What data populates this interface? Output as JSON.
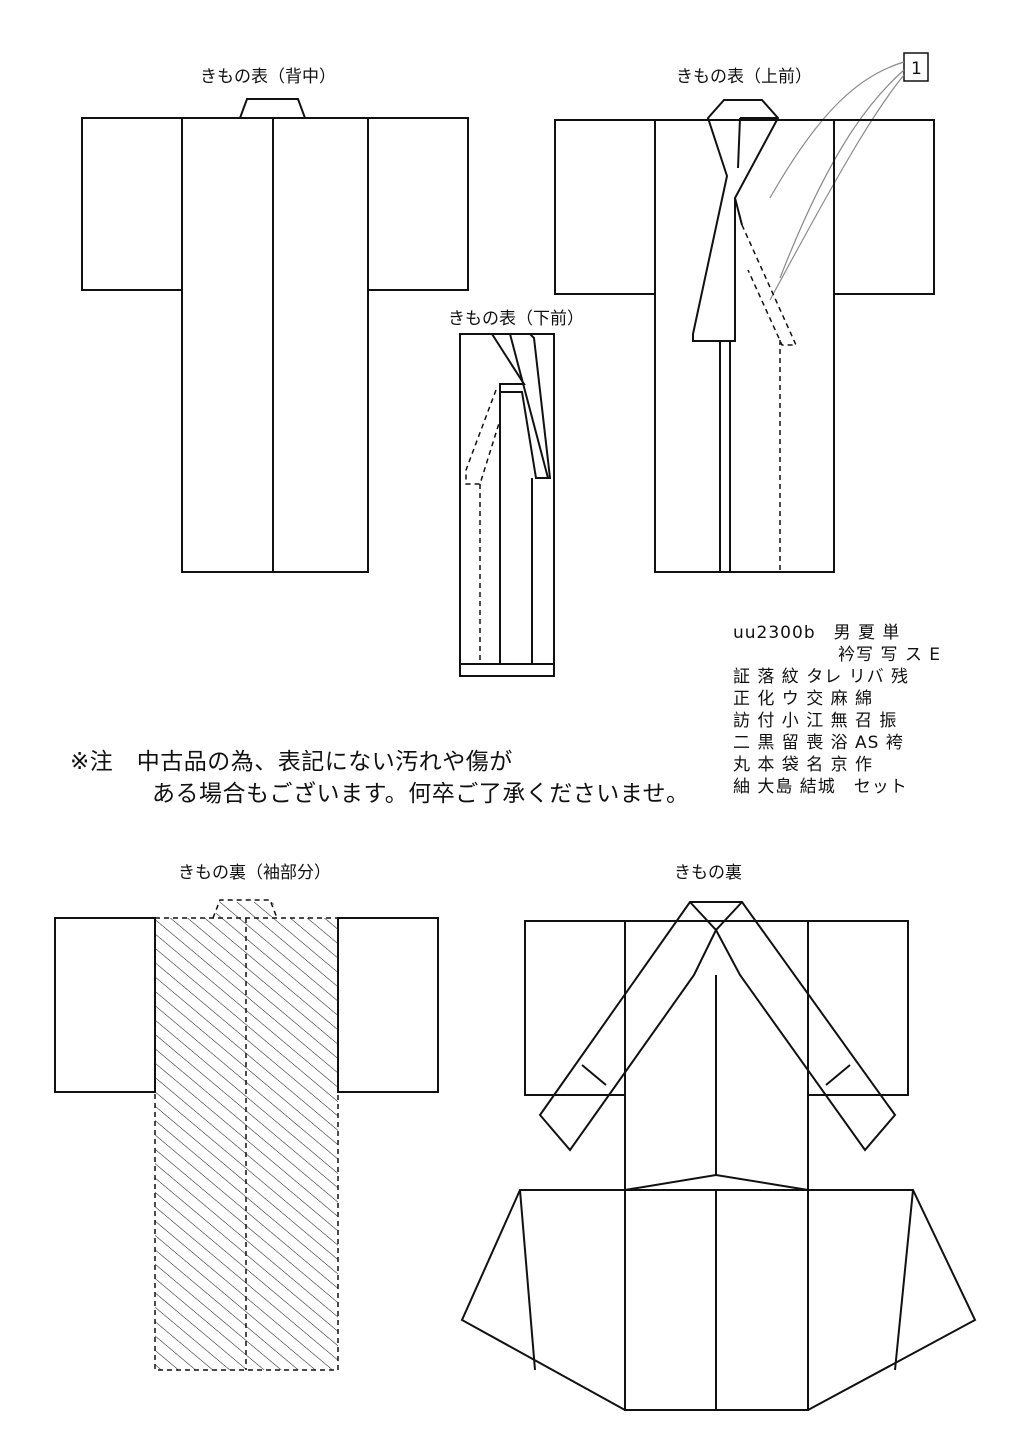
{
  "labels": {
    "back_view": "きもの表（背中）",
    "upper_front_view": "きもの表（上前）",
    "lower_front_view": "きもの表（下前）",
    "sleeve_lining_view": "きもの裏（袖部分）",
    "lining_view": "きもの裏",
    "tag_mark": "1"
  },
  "note": {
    "line1": "※注　中古品の為、表記にない汚れや傷が",
    "line2": "ある場合もございます。何卒ご了承くださいませ。"
  },
  "code_block": {
    "rows": [
      "uu2300b　男 夏 単",
      "衿写 写 ス E",
      "証 落 紋 タレ リバ 残",
      "正 化 ウ 交 麻 綿",
      "訪 付 小 江 無 召 振",
      "二 黒 留 喪 浴 AS 袴",
      "丸 本 袋 名 京 作",
      "紬 大島 結城　セット"
    ]
  }
}
